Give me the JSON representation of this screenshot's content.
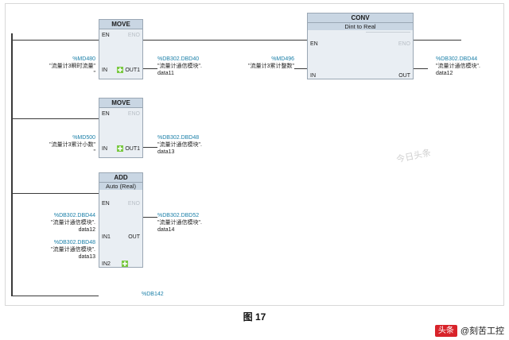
{
  "caption": "图 17",
  "watermark": "今日头条",
  "footer": {
    "badge": "头条",
    "text": "@刻苦工控"
  },
  "blocks": [
    {
      "id": "move1",
      "title": "MOVE",
      "subtitle": "",
      "pins": {
        "en": "EN",
        "eno": "ENO",
        "in": "IN",
        "out": "OUT1"
      }
    },
    {
      "id": "conv1",
      "title": "CONV",
      "subtitle": "Dint to Real",
      "pins": {
        "en": "EN",
        "eno": "ENO",
        "in": "IN",
        "out": "OUT"
      }
    },
    {
      "id": "move2",
      "title": "MOVE",
      "subtitle": "",
      "pins": {
        "en": "EN",
        "eno": "ENO",
        "in": "IN",
        "out": "OUT1"
      }
    },
    {
      "id": "add1",
      "title": "ADD",
      "subtitle": "Auto (Real)",
      "pins": {
        "en": "EN",
        "eno": "ENO",
        "in1": "IN1",
        "in2": "IN2",
        "out": "OUT"
      }
    }
  ],
  "operands": [
    {
      "id": "in-md480",
      "addr": "%MD480",
      "comment": "\"流量计3瞬时流量\"",
      "value": ""
    },
    {
      "id": "out-dbd40",
      "addr": "%DB302.DBD40",
      "comment": "\"流量计通信模块\".",
      "value": "data11"
    },
    {
      "id": "in-md496",
      "addr": "%MD496",
      "comment": "\"流量计3累计整数\"",
      "value": ""
    },
    {
      "id": "out-dbd44",
      "addr": "%DB302.DBD44",
      "comment": "\"流量计通信模块\".",
      "value": "data12"
    },
    {
      "id": "in-md500",
      "addr": "%MD500",
      "comment": "\"流量计3累计小数\"",
      "value": ""
    },
    {
      "id": "out-dbd48",
      "addr": "%DB302.DBD48",
      "comment": "\"流量计通信模块\".",
      "value": "data13"
    },
    {
      "id": "in1-dbd44",
      "addr": "%DB302.DBD44",
      "comment": "\"流量计通信模块\".",
      "value": "data12"
    },
    {
      "id": "in2-dbd48",
      "addr": "%DB302.DBD48",
      "comment": "\"流量计通信模块\".",
      "value": "data13"
    },
    {
      "id": "out-dbd52",
      "addr": "%DB302.DBD52",
      "comment": "\"流量计通信模块\".",
      "value": "data14"
    },
    {
      "id": "next-db142",
      "addr": "%DB142",
      "comment": "",
      "value": ""
    }
  ],
  "colors": {
    "address": "#1a7fa8",
    "block_header": "#c9d6e3",
    "block_body": "#e9eef3",
    "block_border": "#9aa7b4",
    "wire": "#3a3a3a"
  }
}
